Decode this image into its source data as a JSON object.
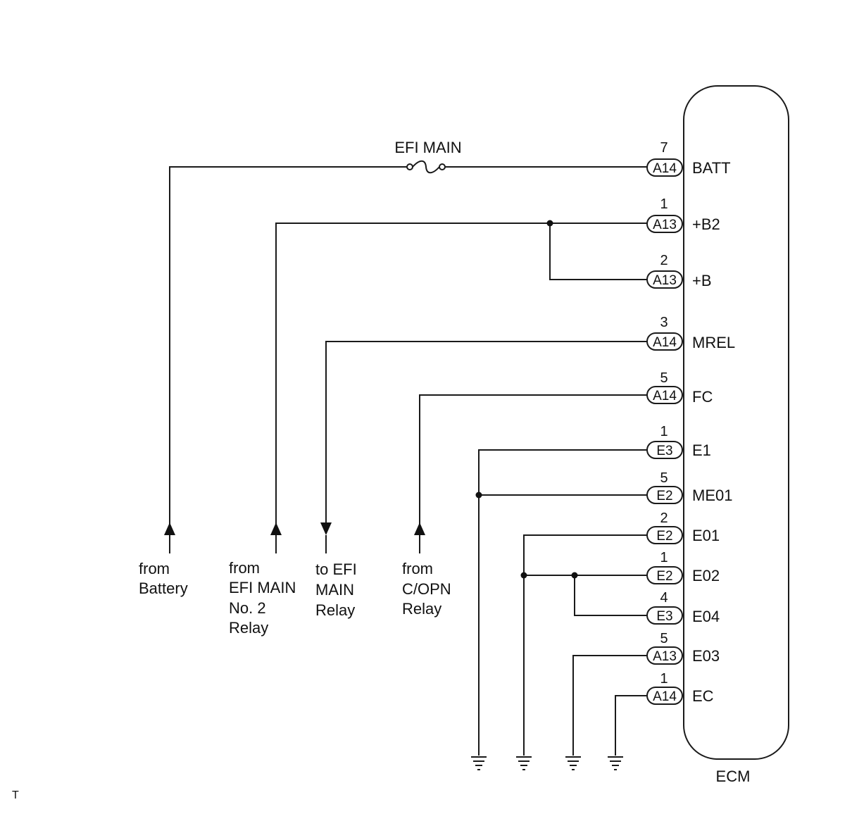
{
  "ecm": {
    "name": "ECM"
  },
  "fuse": {
    "name": "EFI MAIN"
  },
  "terminals": [
    {
      "pin": "7",
      "connector": "A14",
      "name": "BATT"
    },
    {
      "pin": "1",
      "connector": "A13",
      "name": "+B2"
    },
    {
      "pin": "2",
      "connector": "A13",
      "name": "+B"
    },
    {
      "pin": "3",
      "connector": "A14",
      "name": "MREL"
    },
    {
      "pin": "5",
      "connector": "A14",
      "name": "FC"
    },
    {
      "pin": "1",
      "connector": "E3",
      "name": "E1"
    },
    {
      "pin": "5",
      "connector": "E2",
      "name": "ME01"
    },
    {
      "pin": "2",
      "connector": "E2",
      "name": "E01"
    },
    {
      "pin": "1",
      "connector": "E2",
      "name": "E02"
    },
    {
      "pin": "4",
      "connector": "E3",
      "name": "E04"
    },
    {
      "pin": "5",
      "connector": "A13",
      "name": "E03"
    },
    {
      "pin": "1",
      "connector": "A14",
      "name": "EC"
    }
  ],
  "external": [
    {
      "lines": [
        "from",
        "Battery"
      ],
      "direction": "up"
    },
    {
      "lines": [
        "from",
        "EFI MAIN",
        "No. 2",
        "Relay"
      ],
      "direction": "up"
    },
    {
      "lines": [
        "to EFI",
        "MAIN",
        "Relay"
      ],
      "direction": "down"
    },
    {
      "lines": [
        "from",
        "C/OPN",
        "Relay"
      ],
      "direction": "up"
    }
  ],
  "corner_mark": "T"
}
